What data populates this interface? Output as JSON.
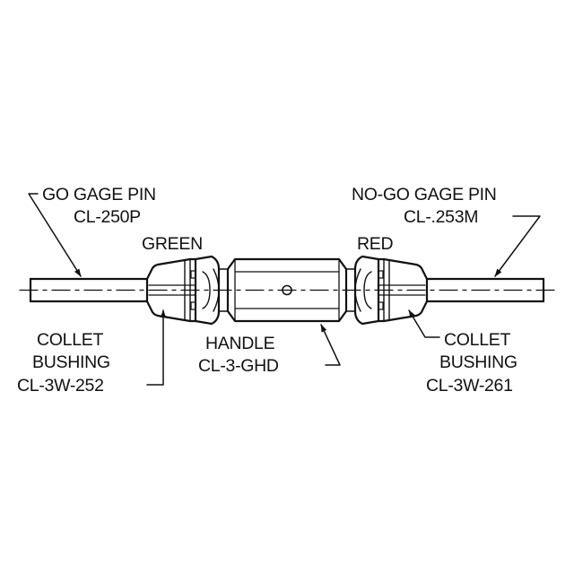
{
  "diagram": {
    "labels": {
      "go_pin_name": "GO GAGE PIN",
      "go_pin_part": "CL-250P",
      "green": "GREEN",
      "red": "RED",
      "nogo_pin_name": "NO-GO GAGE PIN",
      "nogo_pin_part": "CL-.253M",
      "collet_left_1": "COLLET",
      "collet_left_2": "BUSHING",
      "collet_left_part": "CL-3W-252",
      "handle_name": "HANDLE",
      "handle_part": "CL-3-GHD",
      "collet_right_1": "COLLET",
      "collet_right_2": "BUSHING",
      "collet_right_part": "CL-3W-261"
    },
    "colors": {
      "ink": "#111111",
      "background": "#ffffff"
    }
  }
}
